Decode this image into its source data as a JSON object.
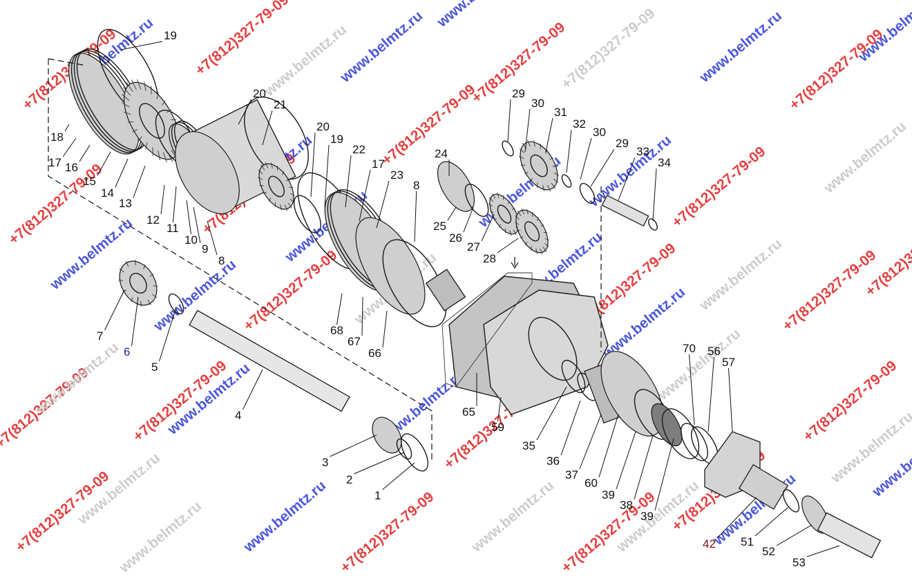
{
  "watermarks": {
    "site": "www.belmtz.ru",
    "phone": "+7(812)327-79-09",
    "site_color": "#2b39d6",
    "phone_color": "#e02020",
    "faint_color": "#c8c8c8"
  },
  "callouts": [
    "19",
    "18",
    "17",
    "16",
    "15",
    "14",
    "13",
    "12",
    "11",
    "10",
    "9",
    "8",
    "20",
    "21",
    "20",
    "19",
    "22",
    "17",
    "23",
    "8",
    "24",
    "25",
    "26",
    "27",
    "28",
    "29",
    "30",
    "31",
    "32",
    "30",
    "29",
    "33",
    "34",
    "7",
    "6",
    "5",
    "4",
    "68",
    "67",
    "66",
    "65",
    "59",
    "35",
    "36",
    "37",
    "60",
    "39",
    "38",
    "39",
    "70",
    "56",
    "57",
    "42",
    "51",
    "52",
    "53",
    "3",
    "2",
    "1"
  ]
}
